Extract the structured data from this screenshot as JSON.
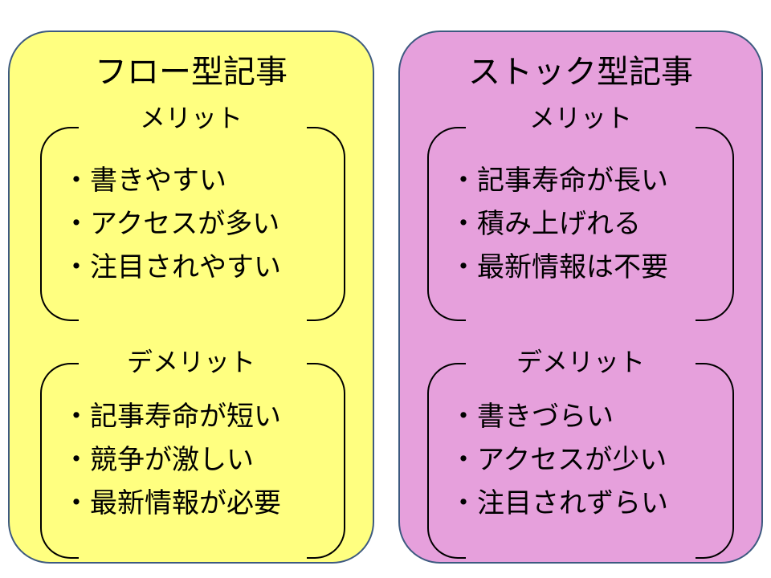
{
  "flow": {
    "title": "フロー型記事",
    "merit_label": "メリット",
    "merits": [
      "・書きやすい",
      "・アクセスが多い",
      "・注目されやすい"
    ],
    "demerit_label": "デメリット",
    "demerits": [
      "・記事寿命が短い",
      "・競争が激しい",
      "・最新情報が必要"
    ],
    "color": "#ffff80"
  },
  "stock": {
    "title": "ストック型記事",
    "merit_label": "メリット",
    "merits": [
      "・記事寿命が長い",
      "・積み上げれる",
      "・最新情報は不要"
    ],
    "demerit_label": "デメリット",
    "demerits": [
      "・書きづらい",
      "・アクセスが少い",
      "・注目されずらい"
    ],
    "color": "#e6a0dc"
  },
  "border_color": "#3d5a80"
}
